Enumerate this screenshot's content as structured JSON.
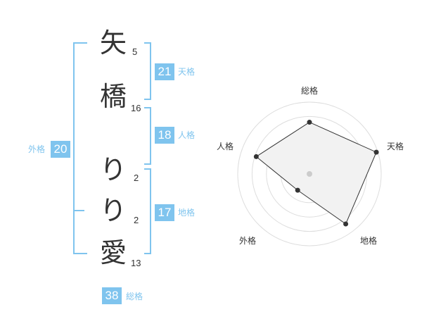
{
  "name": {
    "characters": [
      {
        "char": "矢",
        "strokes": "5"
      },
      {
        "char": "橋",
        "strokes": "16"
      },
      {
        "char": "り",
        "strokes": "2"
      },
      {
        "char": "り",
        "strokes": "2"
      },
      {
        "char": "愛",
        "strokes": "13"
      }
    ]
  },
  "fortunes": {
    "tenkaku": {
      "value": "21",
      "label": "天格"
    },
    "jinkaku": {
      "value": "18",
      "label": "人格"
    },
    "chikaku": {
      "value": "17",
      "label": "地格"
    },
    "gaikaku": {
      "value": "20",
      "label": "外格"
    },
    "soukaku": {
      "value": "38",
      "label": "総格"
    }
  },
  "colors": {
    "accent": "#7fc4ee",
    "text": "#333333",
    "polygon_fill": "#f2f2f2",
    "ring": "#dddddd"
  },
  "chart_data": {
    "type": "radar",
    "axes": [
      "総格",
      "天格",
      "地格",
      "外格",
      "人格"
    ],
    "values": [
      0.72,
      0.98,
      0.86,
      0.28,
      0.78
    ],
    "range": [
      0,
      1
    ],
    "rings": 5
  }
}
